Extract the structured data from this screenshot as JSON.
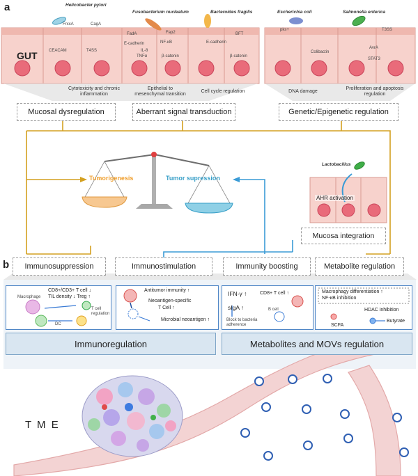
{
  "panel_a": {
    "letter": "a",
    "gut_label": "GUT",
    "bacteria": [
      "Helicobacter pylori",
      "Fusobacterium nucleatum",
      "Bacteroides fragilis",
      "Escherichia coli",
      "Salmonella enterica"
    ],
    "molecular_labels": {
      "hp_a": "FrxxA",
      "hp_b": "CagA",
      "hp_c": "CEACAM",
      "hp_d": "T4SS",
      "fn_a": "FadA",
      "fn_b": "Fap2",
      "fn_c": "E-cadherin",
      "fn_d": "NF-κB",
      "fn_e": "IL-8",
      "fn_f": "TNFα",
      "fn_g": "β-catenin",
      "bf_a": "E-cadherin",
      "bf_b": "BFT",
      "bf_c": "β-catenin",
      "ec_a": "pks+",
      "ec_b": "Colibactin",
      "se_a": "T3SS",
      "se_b": "AvrA",
      "se_c": "STAT3"
    },
    "effects": [
      "Cytotoxicity and chronic inflammation",
      "Epithelial to mesenchymal transition",
      "Cell cycle regulation",
      "DNA damage",
      "Proliferation and apoptosis regulation"
    ],
    "categories": [
      "Mucosal dysregulation",
      "Aberrant signal transduction",
      "Genetic/Epigenetic regulation"
    ],
    "scale": {
      "left": "Tumorigenesis",
      "right": "Tumor supression"
    },
    "lactobacillus": {
      "name": "Lactobacillus",
      "activation": "AHR activation",
      "box": "Mucosa integration"
    }
  },
  "panel_b": {
    "letter": "b",
    "categories": [
      "Immunosuppression",
      "Immunostimulation",
      "Immunity boosting",
      "Metabolite regulation"
    ],
    "immunosuppression": {
      "macrophage": "Macrophage",
      "dc": "DC",
      "line1": "CD8+/CD3+ T cell ↓",
      "line2": "TIL density ↓ Treg ↑",
      "tcell": "T cell regulation"
    },
    "immunostimulation": {
      "line1": "Antitumor immunity ↑",
      "line2": "Neoantigen-specific",
      "line3": "T Cell ↑",
      "line4": "Microbial neoantigen ↑"
    },
    "immunity_boosting": {
      "ifn": "IFN-γ ↑",
      "cd8": "CD8+ T cell ↑",
      "siga": "sIgA ↑",
      "bcell": "B cell",
      "block": "Block to bacteria adherence"
    },
    "metabolite_regulation": {
      "line1": "Macrophagy differentiation ↑",
      "line2": "NF-κB inhibition",
      "hdac": "HDAC inhibition",
      "scfa": "SCFA",
      "butyrate": "Butyrate"
    },
    "big_boxes": [
      "Immunoregulation",
      "Metabolites and MOVs regulation"
    ],
    "tme": "T M E"
  },
  "colors": {
    "gold": "#d4a020",
    "blue": "#3a9bd6",
    "orange": "#f0a030",
    "teal": "#3aa0c8",
    "gut_pink": "#f3c2bd",
    "lacto_green": "#2f9e3a",
    "vessel": "#efc6c6"
  }
}
